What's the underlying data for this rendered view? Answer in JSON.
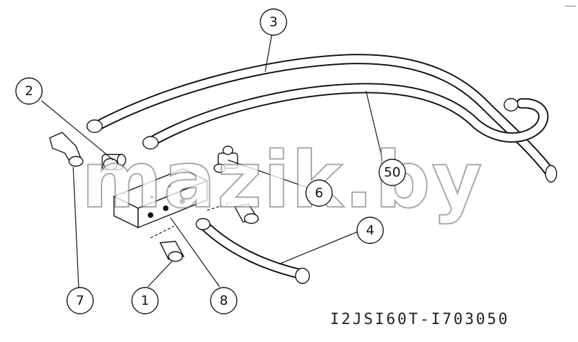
{
  "callouts": [
    "3",
    "2",
    "6",
    "50",
    "4",
    "7",
    "1",
    "8"
  ],
  "watermark": "mazik.by",
  "drawing_code": "I2JSI60T-I703050"
}
